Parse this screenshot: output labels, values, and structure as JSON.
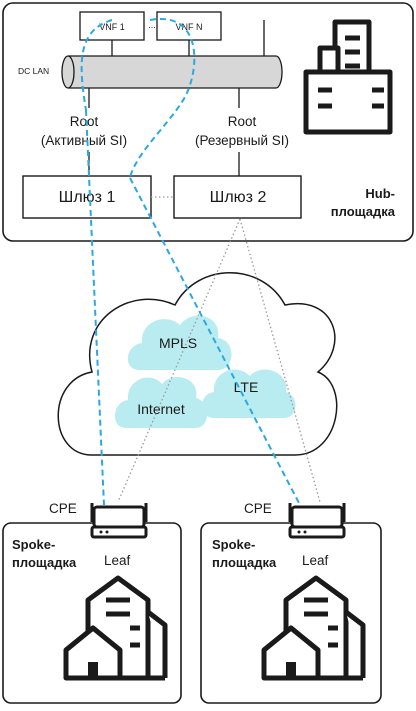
{
  "hub": {
    "vnf1": "VNF 1",
    "vnf_dots": "...",
    "vnfn": "VNF N",
    "dc_lan": "DC LAN",
    "root_left_line1": "Root",
    "root_left_line2": "(Активный SI)",
    "root_right_line1": "Root",
    "root_right_line2": "(Резервный SI)",
    "gateway1": "Шлюз 1",
    "gateway2": "Шлюз 2",
    "site_line1": "Hub-",
    "site_line2": "площадка"
  },
  "network": {
    "mpls": "MPLS",
    "lte": "LTE",
    "internet": "Internet"
  },
  "spokes": [
    {
      "cpe": "CPE",
      "leaf": "Leaf",
      "site_line1": "Spoke-",
      "site_line2": "площадка"
    },
    {
      "cpe": "CPE",
      "leaf": "Leaf",
      "site_line1": "Spoke-",
      "site_line2": "площадка"
    }
  ],
  "colors": {
    "stroke": "#1a1a1a",
    "tunnel": "#29a9df",
    "cloud_fill": "#b9ecf0",
    "pipe_fill": "#d7d7d7",
    "dotted": "#9a9a9a"
  }
}
